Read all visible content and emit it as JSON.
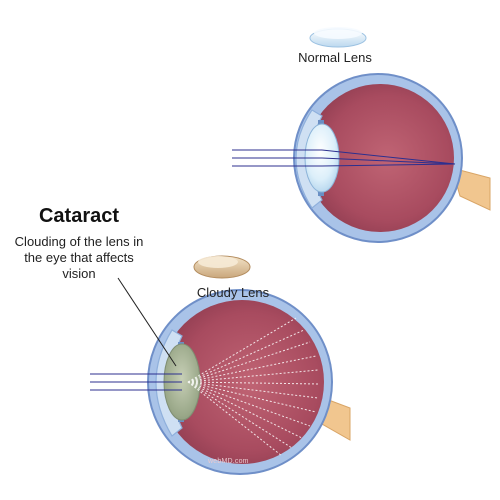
{
  "labels": {
    "normal_lens": "Normal Lens",
    "cloudy_lens": "Cloudy Lens",
    "cataract_title": "Cataract",
    "cataract_description": "Clouding of the lens in the eye that affects vision",
    "watermark": "webMD.com"
  },
  "colors": {
    "sclera_outer": "#a9c3e8",
    "sclera_edge": "#6f8fc8",
    "vitreous": "#a64a5e",
    "vitreous_light": "#c66e80",
    "optic_nerve": "#f1c68f",
    "normal_lens": "#dff0fb",
    "cloudy_lens": "#a9b49a",
    "light_ray": "#2c2f8f",
    "background": "#ffffff"
  }
}
